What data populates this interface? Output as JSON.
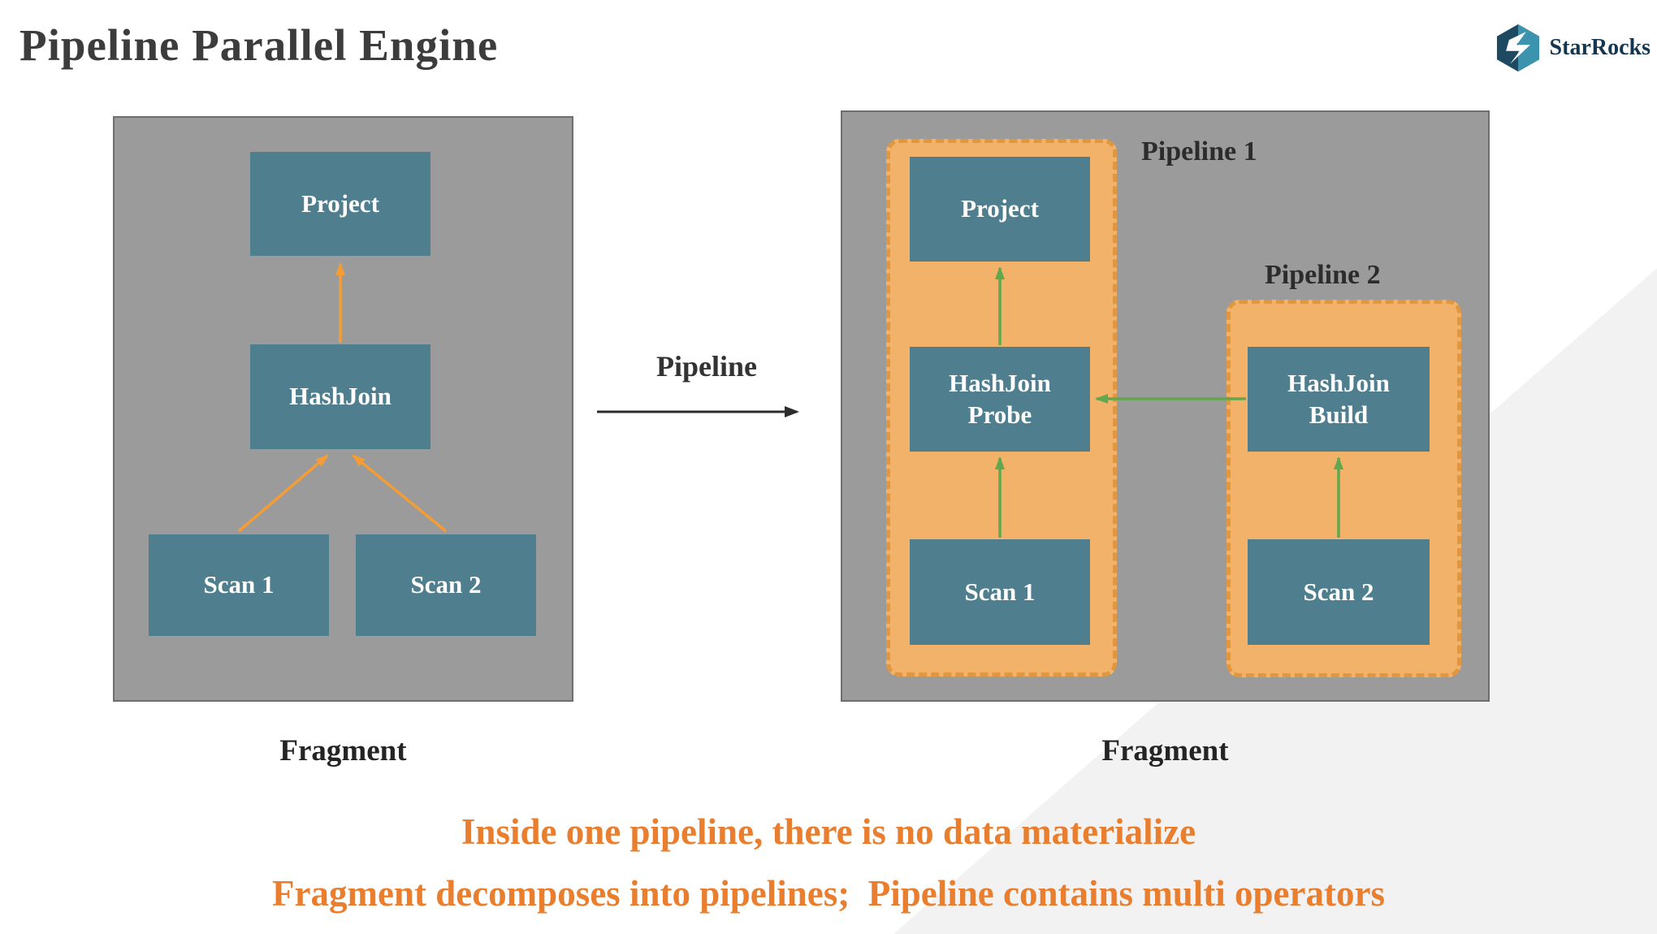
{
  "title": "Pipeline Parallel Engine",
  "brand": {
    "name": "StarRocks"
  },
  "transition_label": "Pipeline",
  "left": {
    "caption": "Fragment",
    "nodes": {
      "project": "Project",
      "hashjoin": "HashJoin",
      "scan1": "Scan 1",
      "scan2": "Scan 2"
    }
  },
  "right": {
    "caption": "Fragment",
    "pipeline1_label": "Pipeline 1",
    "pipeline2_label": "Pipeline 2",
    "nodes": {
      "project": "Project",
      "hashjoin_probe": "HashJoin Probe",
      "scan1": "Scan 1",
      "hashjoin_build": "HashJoin Build",
      "scan2": "Scan 2"
    }
  },
  "captions": {
    "line1": "Inside one pipeline, there is no data materialize",
    "line2": "Fragment decomposes into pipelines;  Pipeline contains multi operators"
  },
  "colors": {
    "node_fill": "#4f7f8e",
    "fragment_fill": "#9b9b9b",
    "pipeline_fill": "#f2b269",
    "pipeline_border": "#e0973f",
    "orange_arrow": "#f59c35",
    "green_arrow": "#61a74e",
    "caption_text": "#e87e2e",
    "title_text": "#3c3c3c"
  }
}
